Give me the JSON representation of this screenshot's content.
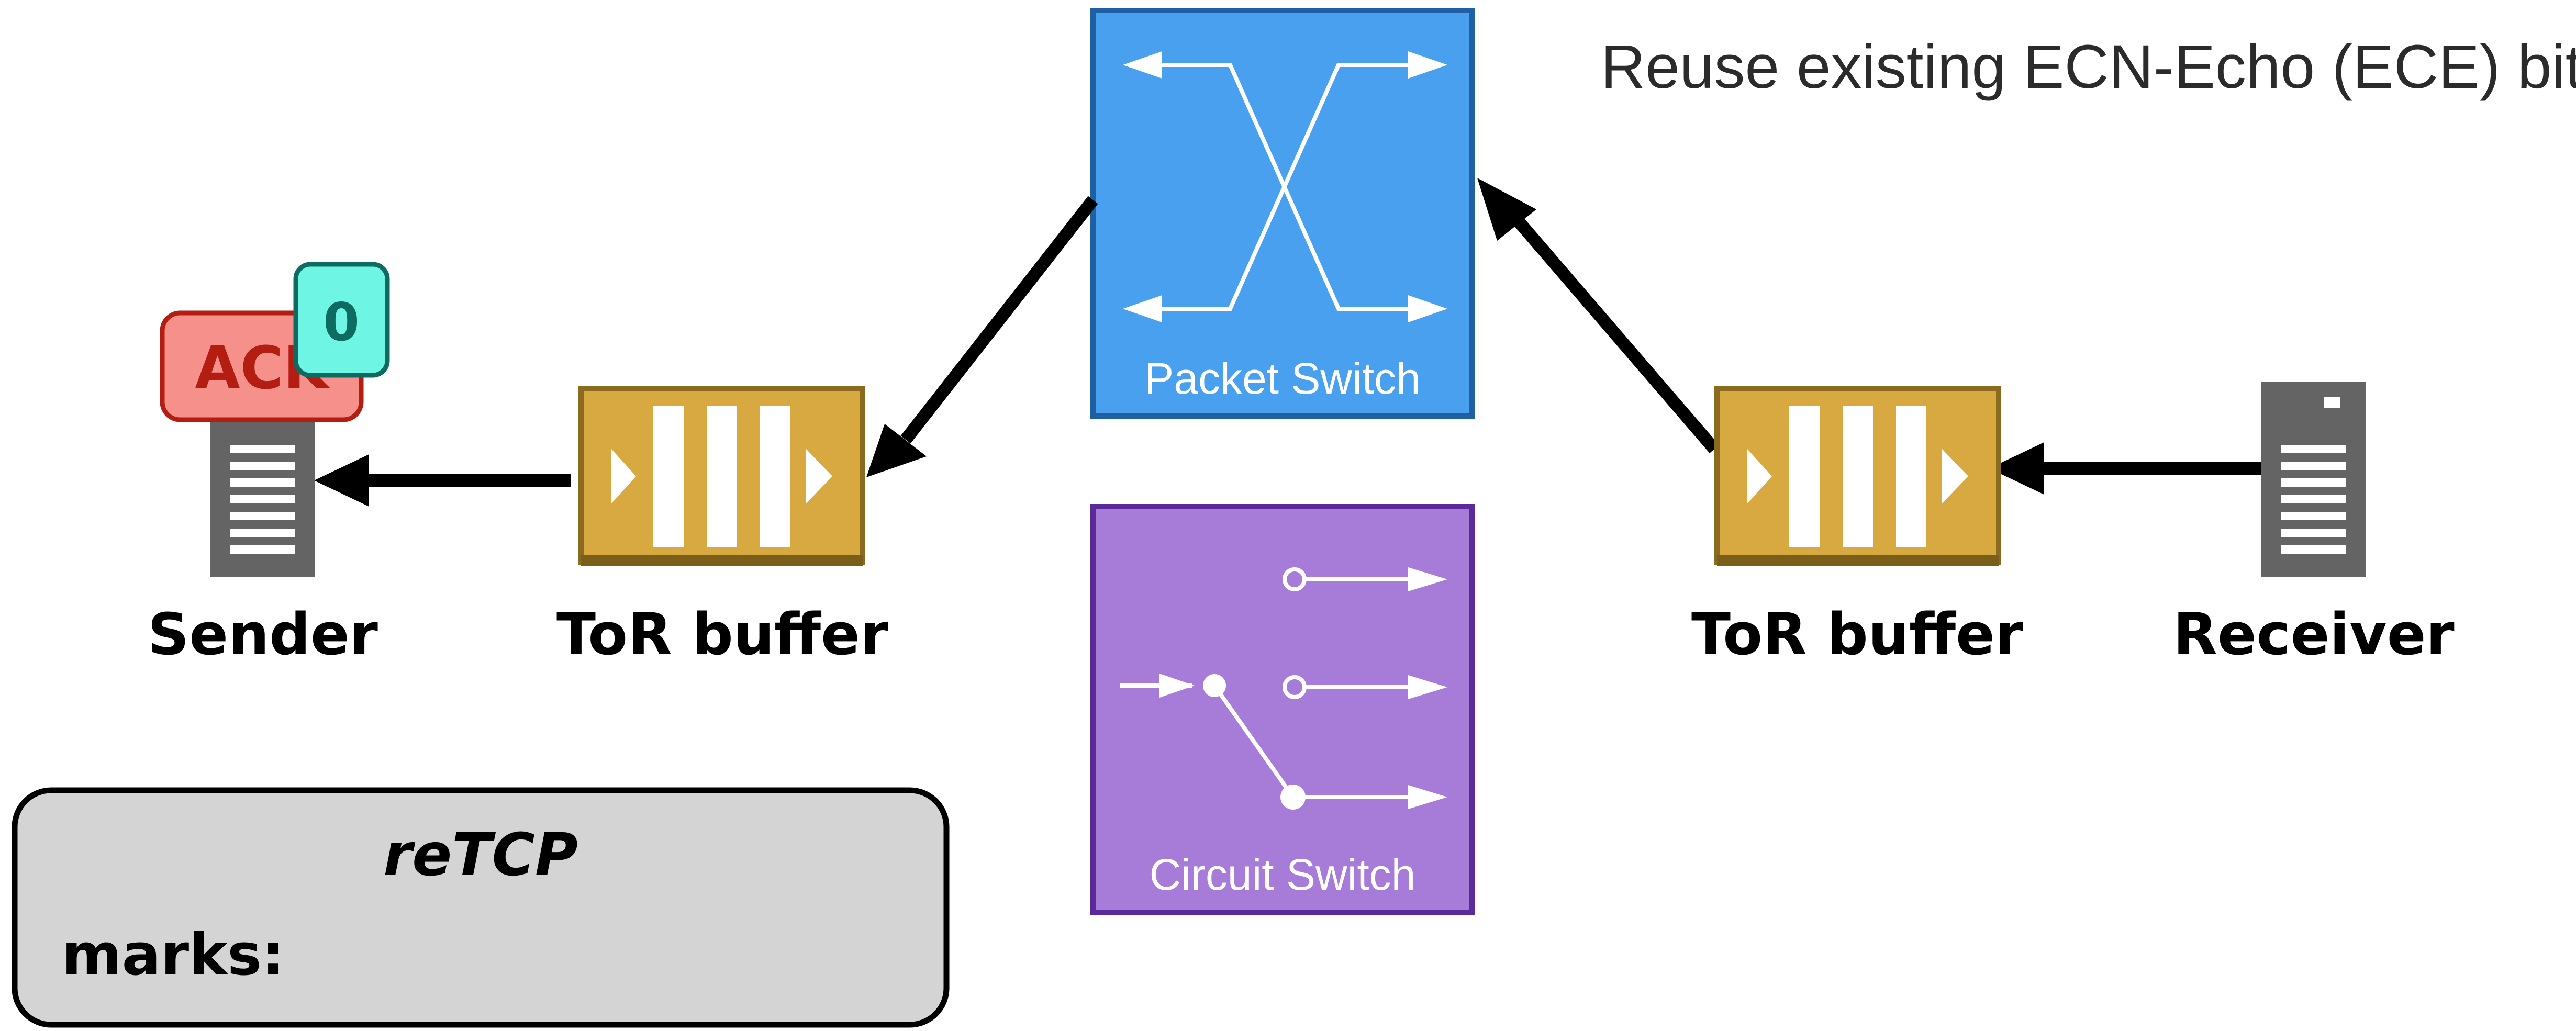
{
  "note": "Reuse existing ECN-Echo (ECE) bit",
  "nodes": {
    "sender": "Sender",
    "tor_left": "ToR buffer",
    "tor_right": "ToR buffer",
    "receiver": "Receiver",
    "packet_switch": "Packet Switch",
    "circuit_switch": "Circuit Switch"
  },
  "packet": {
    "ack": "ACK",
    "mark": "0"
  },
  "retcp_box": {
    "title": "reTCP",
    "marks_label": "marks:"
  },
  "colors": {
    "packet_switch": "#48a0ef",
    "circuit_switch": "#a77cd9",
    "tor_buffer": "#d9a941",
    "server": "#646464",
    "ack": "#f5918a",
    "mark": "#6ff5e3",
    "retcp_box": "#d4d4d4"
  },
  "icons": [
    "server-icon",
    "buffer-queue-icon",
    "crossbar-icon",
    "circuit-switch-icon"
  ]
}
